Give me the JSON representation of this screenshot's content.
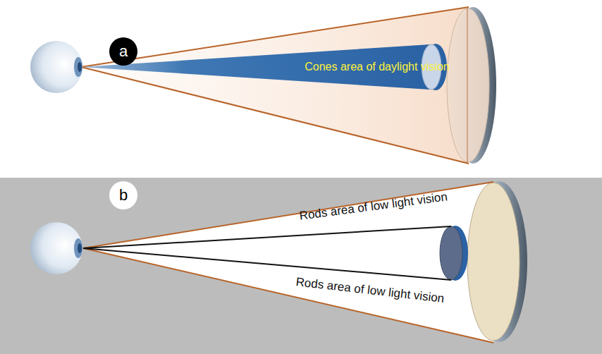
{
  "diagram": {
    "nodes": [
      {
        "text": [
          "a"
        ]
      },
      {
        "text": [
          "b"
        ]
      }
    ],
    "labels": [
      "Cones area of daylight vision",
      "Rods area of low light vision",
      "Rods area of low light vision"
    ]
  }
}
